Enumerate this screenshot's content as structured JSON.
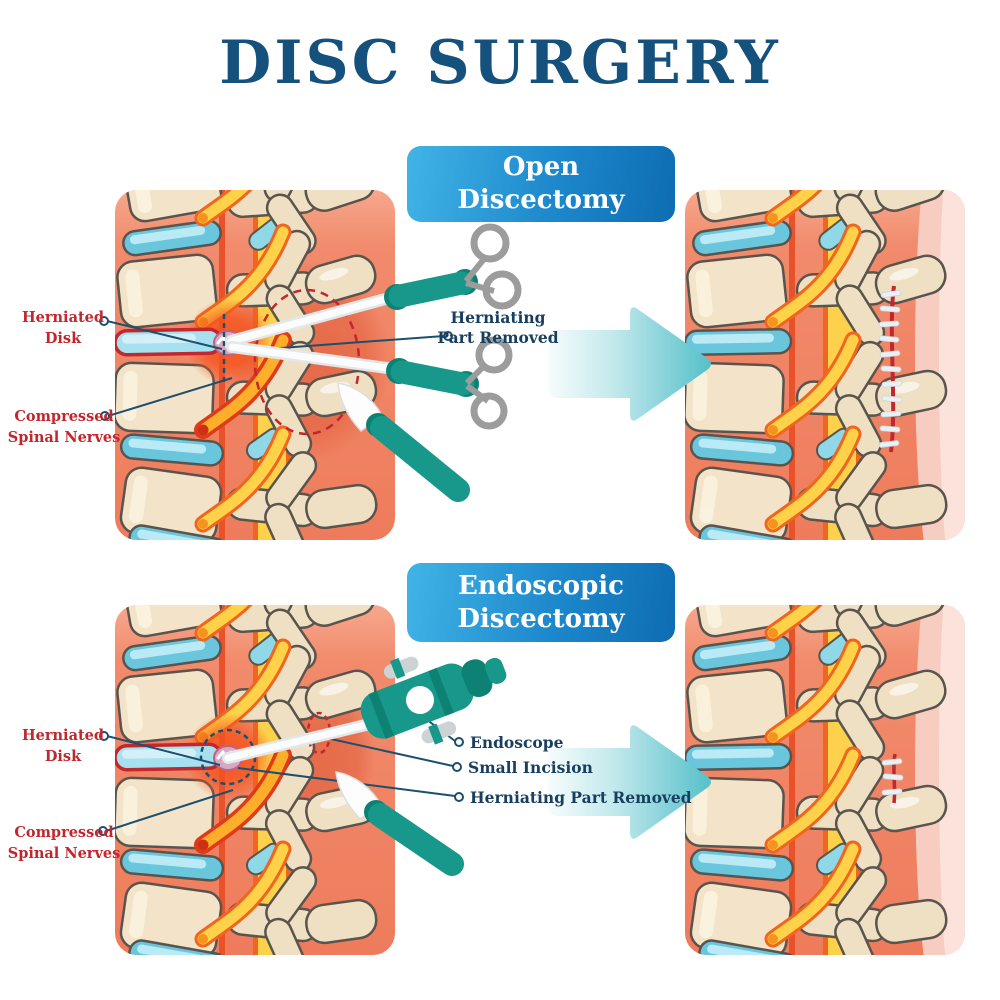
{
  "title": "DISC SURGERY",
  "open_section": {
    "banner": "Open\nDiscectomy",
    "labels": {
      "herniated_disk": "Herniated\nDisk",
      "compressed_nerves": "Compressed\nSpinal Nerves",
      "herniating_removed": "Herniating\nPart Removed"
    }
  },
  "endoscopic_section": {
    "banner": "Endoscopic\nDiscectomy",
    "labels": {
      "herniated_disk": "Herniated\nDisk",
      "compressed_nerves": "Compressed\nSpinal Nerves",
      "endoscope": "Endoscope",
      "small_incision": "Small Incision",
      "herniating_removed": "Herniating Part Removed"
    }
  },
  "colors": {
    "title_blue": "#15517d",
    "banner_blue_light": "#41b4e6",
    "banner_blue_dark": "#0e6cb2",
    "label_red": "#c1272d",
    "label_navy": "#193f60",
    "leader_line": "#1d4f6e",
    "tool_teal": "#17988a",
    "tool_teal_dark": "#0d8173",
    "arrow_teal": "#55c0c9",
    "panel_salmon": "#f08262",
    "skin_pink": "#f8cdc1",
    "bone_beige": "#f2e3c9",
    "disc_blue": "#69c6dd",
    "nerve_yellow": "#fdd14b",
    "inflammation_orange": "#f0661f",
    "hernia_bulge_pink": "#d8a8c2"
  }
}
